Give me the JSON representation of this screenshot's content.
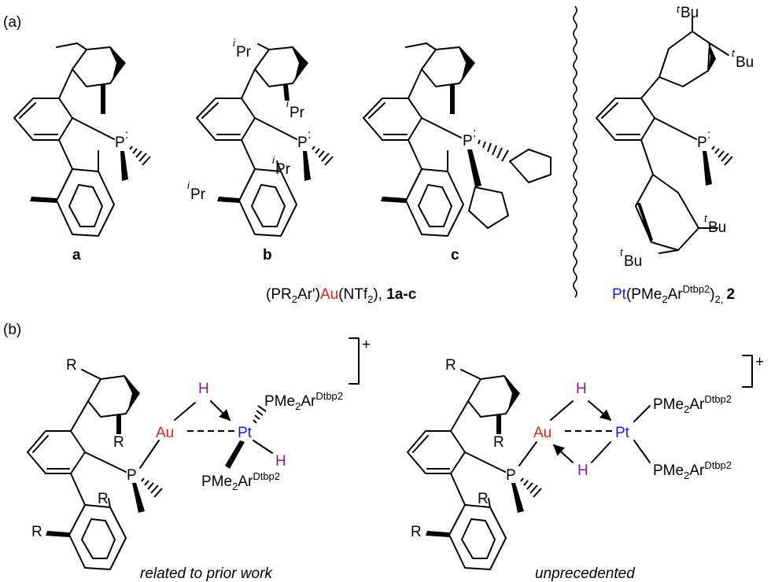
{
  "panel_a": {
    "label": "(a)",
    "compound_a": "a",
    "compound_b": "b",
    "compound_c": "c",
    "caption_gold": {
      "open": "(PR",
      "sub2": "2",
      "ar": "Ar')",
      "metal": "Au",
      "ligand": "(NTf",
      "sub2b": "2",
      "close": "), ",
      "ids": "1a-c"
    },
    "caption_pt": {
      "metal": "Pt",
      "open": "(PMe",
      "sub2": "2",
      "ar": "Ar",
      "sup": "Dtbp2",
      "close": ")",
      "sub": "2,",
      "id": "2"
    },
    "substituents": {
      "iPr_i": "i",
      "iPr": "Pr",
      "tBu_t": "t",
      "tBu": "Bu"
    }
  },
  "panel_b": {
    "label": "(b)",
    "R": "R",
    "P": "P",
    "Au": "Au",
    "Pt": "Pt",
    "H": "H",
    "ligand_pre": "PMe",
    "ligand_sub": "2",
    "ligand_ar": "Ar",
    "ligand_sup": "Dtbp2",
    "charge": "+",
    "caption_left": "related to prior work",
    "caption_right": "unprecedented"
  },
  "colors": {
    "gold": "#e8201c",
    "platinum": "#1a1aff",
    "hydride": "#8b1a8b",
    "ink": "#000000"
  }
}
